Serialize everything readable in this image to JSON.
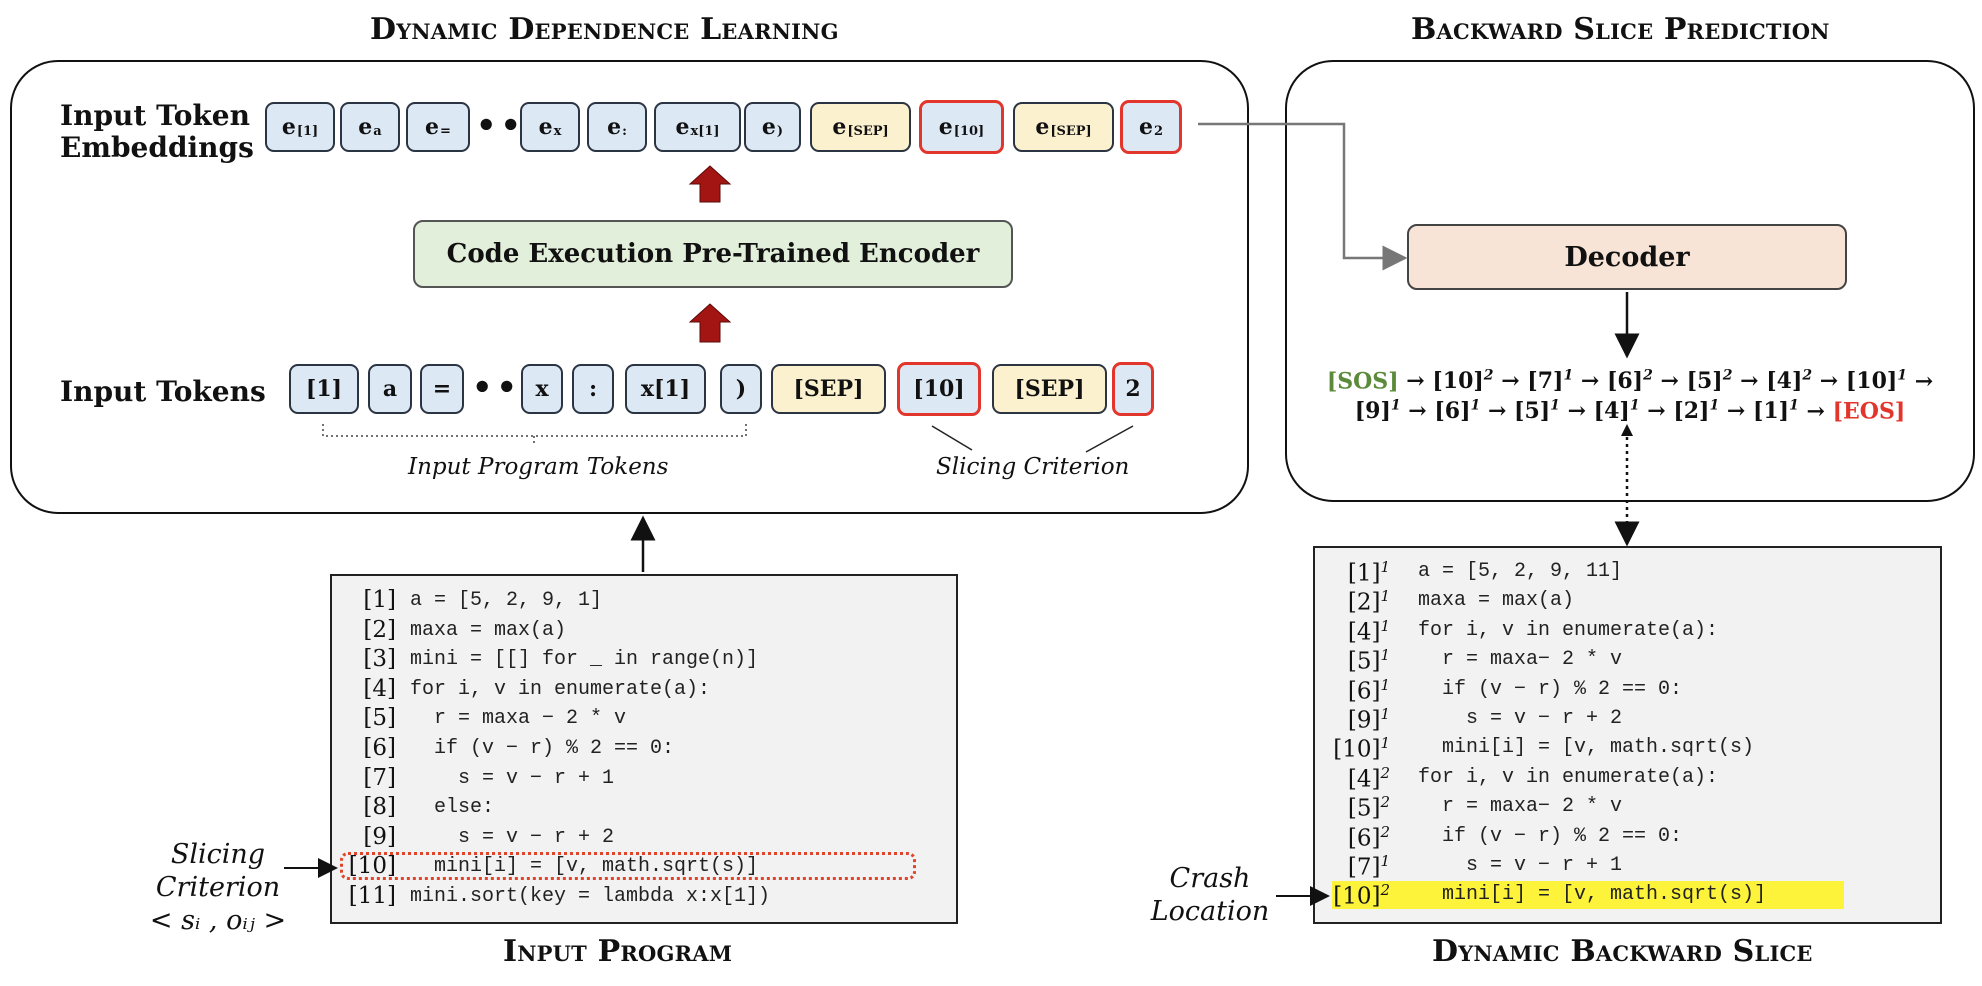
{
  "titles": {
    "dynamic_dependence": "Dynamic Dependence Learning",
    "backward_slice_prediction": "Backward Slice Prediction",
    "input_program": "Input Program",
    "dynamic_backward_slice": "Dynamic Backward Slice"
  },
  "left_panel": {
    "embeddings_label_line1": "Input Token",
    "embeddings_label_line2": "Embeddings",
    "tokens_label": "Input Tokens",
    "encoder_label": "Code Execution Pre-Trained Encoder",
    "ellipsis": "•••",
    "embeddings": [
      {
        "base": "e",
        "sub": "[1]"
      },
      {
        "base": "e",
        "sub": "a"
      },
      {
        "base": "e",
        "sub": "="
      },
      {
        "base": "e",
        "sub": "x"
      },
      {
        "base": "e",
        "sub": ":"
      },
      {
        "base": "e",
        "sub": "x[1]"
      },
      {
        "base": "e",
        "sub": ")"
      },
      {
        "base": "e",
        "sub": "[SEP]"
      },
      {
        "base": "e",
        "sub": "[10]"
      },
      {
        "base": "e",
        "sub": "[SEP]"
      },
      {
        "base": "e",
        "sub": "2"
      }
    ],
    "tokens": [
      "[1]",
      "a",
      "=",
      "x",
      ":",
      "x[1]",
      ")",
      "[SEP]",
      "[10]",
      "[SEP]",
      "2"
    ],
    "program_tokens_caption": "Input Program Tokens",
    "slicing_criterion_caption": "Slicing Criterion"
  },
  "right_panel": {
    "decoder_label": "Decoder",
    "sequence_line1": [
      {
        "text": "[SOS]",
        "style": "sos"
      },
      {
        "text": " → [10]",
        "sup": "2"
      },
      {
        "text": " → [7]",
        "sup": "1"
      },
      {
        "text": " → [6]",
        "sup": "2"
      },
      {
        "text": " → [5]",
        "sup": "2"
      },
      {
        "text": " → [4]",
        "sup": "2"
      },
      {
        "text": " → [10]",
        "sup": "1"
      },
      {
        "text": " →"
      }
    ],
    "sequence_line2": [
      {
        "text": "[9]",
        "sup": "1"
      },
      {
        "text": " → [6]",
        "sup": "1"
      },
      {
        "text": " → [5]",
        "sup": "1"
      },
      {
        "text": " → [4]",
        "sup": "1"
      },
      {
        "text": " → [2]",
        "sup": "1"
      },
      {
        "text": " → [1]",
        "sup": "1"
      },
      {
        "text": " → "
      },
      {
        "text": "[EOS]",
        "style": "eos"
      }
    ]
  },
  "input_program": {
    "lines": [
      {
        "num": "[1]",
        "code": "a = [5, 2, 9, 1]"
      },
      {
        "num": "[2]",
        "code": "maxa = max(a)"
      },
      {
        "num": "[3]",
        "code": "mini = [[] for _ in range(n)]"
      },
      {
        "num": "[4]",
        "code": "for i, v in enumerate(a):"
      },
      {
        "num": "[5]",
        "code": "  r = maxa − 2 * v"
      },
      {
        "num": "[6]",
        "code": "  if (v − r) % 2 == 0:"
      },
      {
        "num": "[7]",
        "code": "    s = v − r + 1"
      },
      {
        "num": "[8]",
        "code": "  else:"
      },
      {
        "num": "[9]",
        "code": "    s = v − r + 2"
      },
      {
        "num": "[10]",
        "code": "  mini[i] = [v, math.sqrt(s)]"
      },
      {
        "num": "[11]",
        "code": "mini.sort(key = lambda x:x[1])"
      }
    ],
    "slicing_label_line1": "Slicing",
    "slicing_label_line2": "Criterion",
    "slicing_label_line3": "< sᵢ , oᵢⱼ >"
  },
  "backward_slice": {
    "lines": [
      {
        "num": "[1]",
        "sup": "1",
        "code": "a = [5, 2, 9, 11]"
      },
      {
        "num": "[2]",
        "sup": "1",
        "code": "maxa = max(a)"
      },
      {
        "num": "[4]",
        "sup": "1",
        "code": "for i, v in enumerate(a):"
      },
      {
        "num": "[5]",
        "sup": "1",
        "code": "  r = maxa− 2 * v"
      },
      {
        "num": "[6]",
        "sup": "1",
        "code": "  if (v − r) % 2 == 0:"
      },
      {
        "num": "[9]",
        "sup": "1",
        "code": "    s = v − r + 2"
      },
      {
        "num": "[10]",
        "sup": "1",
        "code": "  mini[i] = [v, math.sqrt(s)"
      },
      {
        "num": "[4]",
        "sup": "2",
        "code": "for i, v in enumerate(a):"
      },
      {
        "num": "[5]",
        "sup": "2",
        "code": "  r = maxa− 2 * v"
      },
      {
        "num": "[6]",
        "sup": "2",
        "code": "  if (v − r) % 2 == 0:"
      },
      {
        "num": "[7]",
        "sup": "1",
        "code": "    s = v − r + 1"
      },
      {
        "num": "[10]",
        "sup": "2",
        "code": "  mini[i] = [v, math.sqrt(s)]"
      }
    ],
    "crash_label_line1": "Crash",
    "crash_label_line2": "Location",
    "highlight_color": "#fdf33b"
  },
  "colors": {
    "token_blue": "#dde8f5",
    "token_yellow": "#fcf1cf",
    "token_red_border": "#e2352c",
    "encoder_green": "#e2efda",
    "decoder_peach": "#f7e4d6",
    "arrow_dark_red": "#a31512",
    "sos_green": "#5b8a3a",
    "eos_red": "#e2352c"
  }
}
